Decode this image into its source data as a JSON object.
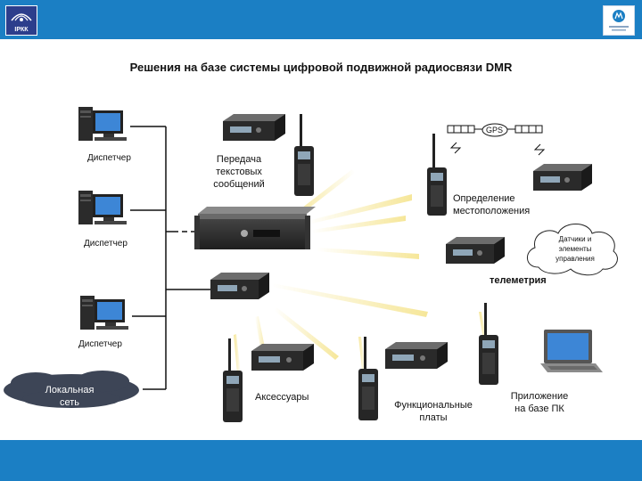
{
  "header": {
    "logo_left": "ІРКК",
    "logo_right": "motorola-logo-icon"
  },
  "title": "Решения на базе системы цифровой подвижной радиосвязи DMR",
  "labels": {
    "dispatcher_1": "Диспетчер",
    "dispatcher_2": "Диспетчер",
    "dispatcher_3": "Диспетчер",
    "local_net_1": "Локальная",
    "local_net_2": "сеть",
    "text_msg_1": "Передача",
    "text_msg_2": "текстовых",
    "text_msg_3": "сообщений",
    "gps": "GPS",
    "location_1": "Определение",
    "location_2": "местоположения",
    "sensors_1": "Датчики и",
    "sensors_2": "элементы",
    "sensors_3": "управления",
    "telemetry": "телеметрия",
    "accessories": "Аксессуары",
    "boards_1": "Функциональные",
    "boards_2": "платы",
    "pc_app_1": "Приложение",
    "pc_app_2": "на базе ПК"
  },
  "colors": {
    "brand_blue": "#1b7fc4",
    "beam": "#f3df7a",
    "device_dark": "#2a2a2a"
  }
}
